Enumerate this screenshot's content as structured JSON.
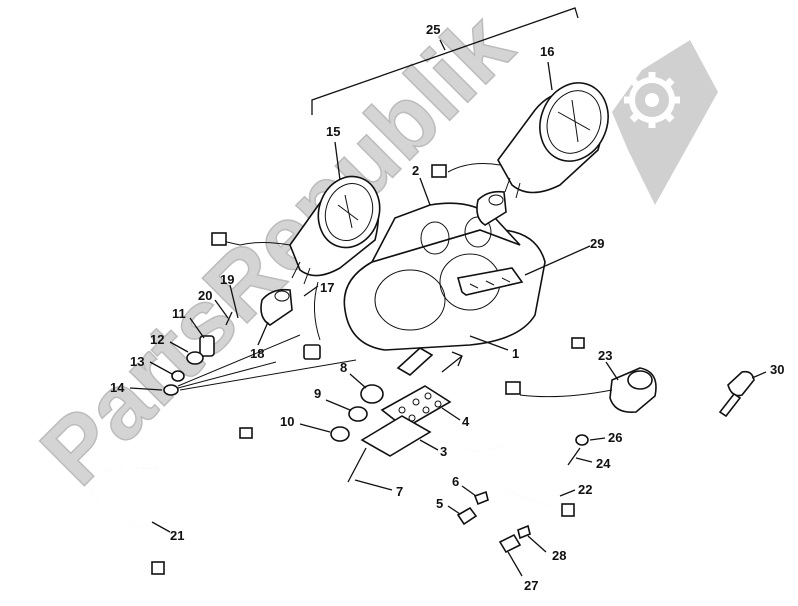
{
  "watermark": {
    "text": "PartsRepublik",
    "color": "#d4d4d4"
  },
  "callouts": {
    "n1": "1",
    "n2": "2",
    "n3": "3",
    "n4": "4",
    "n5": "5",
    "n6": "6",
    "n7": "7",
    "n8": "8",
    "n9": "9",
    "n10": "10",
    "n11": "11",
    "n12": "12",
    "n13": "13",
    "n14": "14",
    "n15": "15",
    "n16": "16",
    "n17": "17",
    "n18": "18",
    "n19": "19",
    "n20": "20",
    "n21": "21",
    "n22": "22",
    "n23": "23",
    "n24": "24",
    "n25": "25",
    "n26": "26",
    "n27": "27",
    "n28": "28",
    "n29": "29",
    "n30": "30"
  }
}
